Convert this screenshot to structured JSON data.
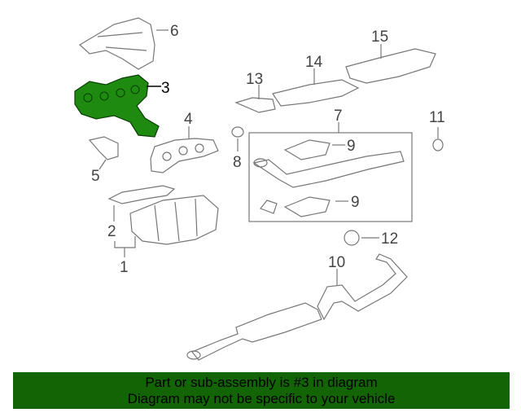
{
  "callouts": {
    "c1": "1",
    "c2": "2",
    "c3": "3",
    "c4": "4",
    "c5": "5",
    "c6": "6",
    "c7": "7",
    "c8": "8",
    "c9a": "9",
    "c9b": "9",
    "c10": "10",
    "c11": "11",
    "c12": "12",
    "c13": "13",
    "c14": "14",
    "c15": "15"
  },
  "colors": {
    "highlight": "#1f8a10",
    "banner": "#136405"
  },
  "banner": {
    "line1": "Part or sub-assembly is #3 in diagram",
    "line2": "Diagram may not be specific to your vehicle"
  }
}
